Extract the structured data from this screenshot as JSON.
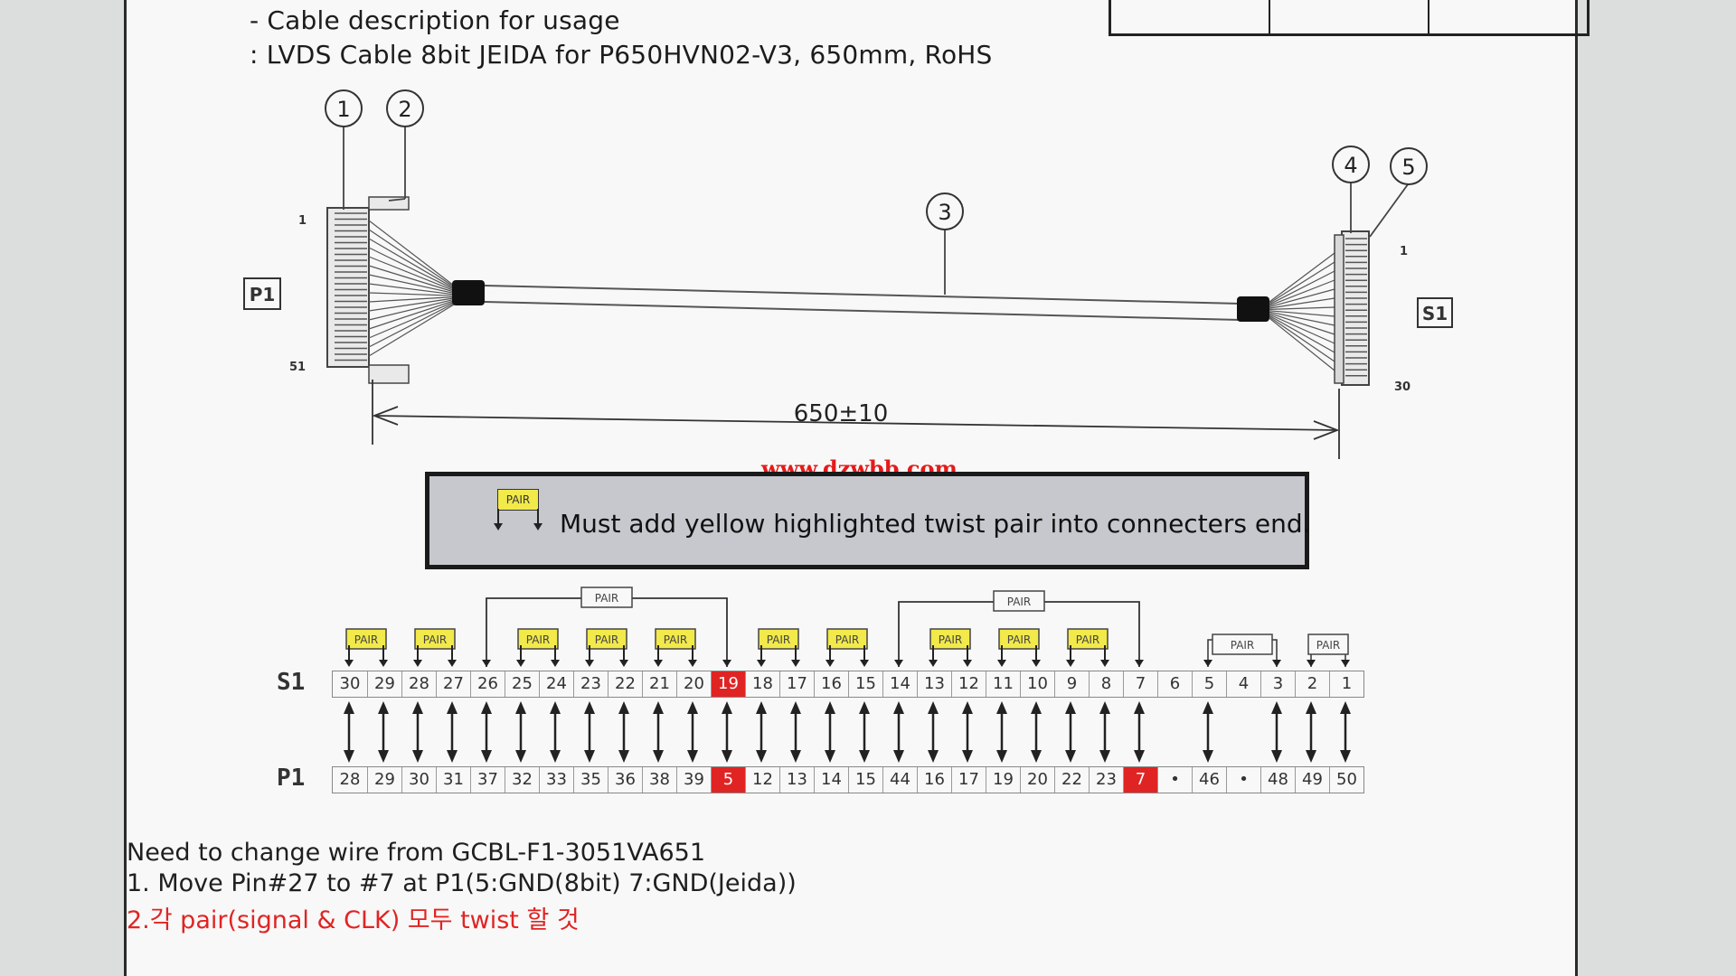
{
  "header": {
    "line1": "- Cable description for usage",
    "line2": ": LVDS Cable 8bit JEIDA for P650HVN02-V3, 650mm, RoHS"
  },
  "diagram": {
    "callouts": [
      "1",
      "2",
      "3",
      "4",
      "5"
    ],
    "p1_label": "P1",
    "s1_label": "S1",
    "p1_pin_start": "1",
    "p1_pin_end": "51",
    "s1_pin_start": "1",
    "s1_pin_end": "30",
    "dimension": "650±10"
  },
  "watermark": "www.dzwbb.com",
  "notice": {
    "pair_tag": "PAIR",
    "text": "Must add yellow highlighted twist pair into connecters end."
  },
  "mapping": {
    "s1_label": "S1",
    "p1_label": "P1",
    "pair_tag": "PAIR",
    "s1_pins": [
      "30",
      "29",
      "28",
      "27",
      "26",
      "25",
      "24",
      "23",
      "22",
      "21",
      "20",
      "19",
      "18",
      "17",
      "16",
      "15",
      "14",
      "13",
      "12",
      "11",
      "10",
      "9",
      "8",
      "7",
      "6",
      "5",
      "4",
      "3",
      "2",
      "1"
    ],
    "p1_pins": [
      "28",
      "29",
      "30",
      "31",
      "37",
      "32",
      "33",
      "35",
      "36",
      "38",
      "39",
      "5",
      "12",
      "13",
      "14",
      "15",
      "44",
      "16",
      "17",
      "19",
      "20",
      "22",
      "23",
      "7",
      "•",
      "46",
      "•",
      "48",
      "49",
      "50"
    ],
    "highlight_color": "#e02424",
    "pair_color": "#f2e94a"
  },
  "notes": {
    "line1": "Need to change wire  from GCBL-F1-3051VA651",
    "line2": "1. Move Pin#27 to #7  at P1(5:GND(8bit) 7:GND(Jeida))",
    "line3": "2.각 pair(signal & CLK) 모두 twist 할 것"
  }
}
